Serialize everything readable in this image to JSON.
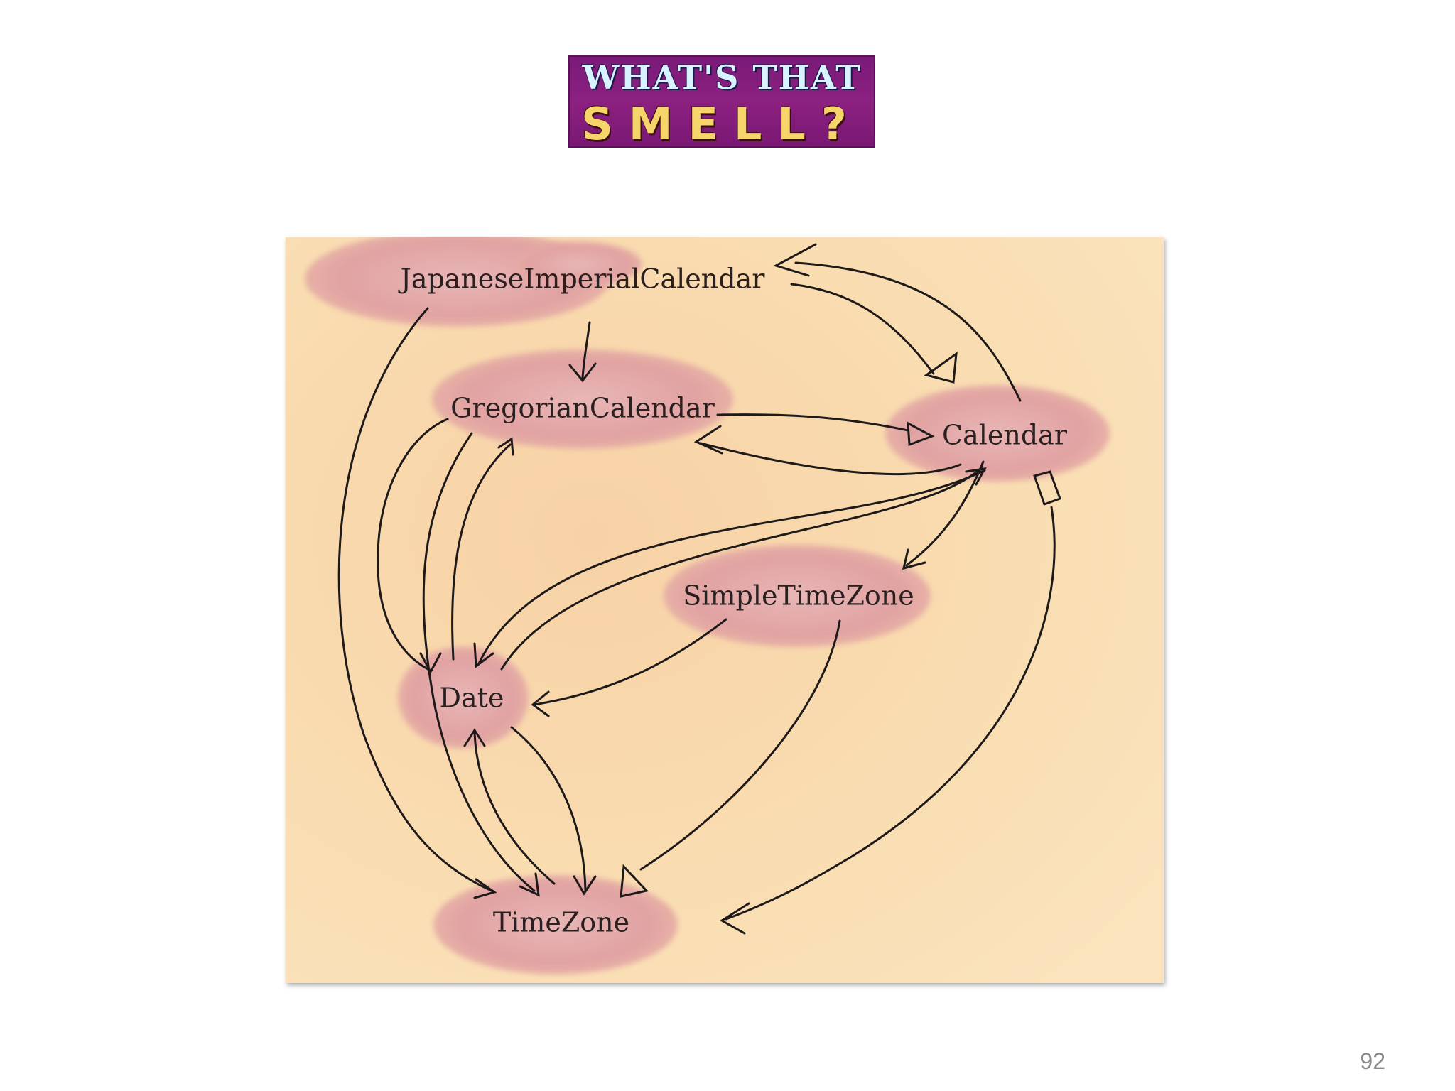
{
  "logo": {
    "line1": "WHAT'S THAT",
    "line2": "SMELL?"
  },
  "diagram": {
    "nodes": {
      "japanese": "JapaneseImperialCalendar",
      "gregorian": "GregorianCalendar",
      "calendar": "Calendar",
      "simple_tz": "SimpleTimeZone",
      "date": "Date",
      "timezone": "TimeZone"
    },
    "edges": [
      {
        "from": "JapaneseImperialCalendar",
        "to": "GregorianCalendar",
        "kind": "dependency"
      },
      {
        "from": "JapaneseImperialCalendar",
        "to": "Calendar",
        "kind": "inheritance"
      },
      {
        "from": "Calendar",
        "to": "JapaneseImperialCalendar",
        "kind": "dependency"
      },
      {
        "from": "GregorianCalendar",
        "to": "Calendar",
        "kind": "inheritance"
      },
      {
        "from": "Calendar",
        "to": "GregorianCalendar",
        "kind": "dependency"
      },
      {
        "from": "Calendar",
        "to": "SimpleTimeZone",
        "kind": "dependency"
      },
      {
        "from": "Calendar",
        "to": "Date",
        "kind": "dependency"
      },
      {
        "from": "Date",
        "to": "Calendar",
        "kind": "dependency"
      },
      {
        "from": "Calendar",
        "to": "TimeZone",
        "kind": "aggregation"
      },
      {
        "from": "GregorianCalendar",
        "to": "Date",
        "kind": "dependency"
      },
      {
        "from": "Date",
        "to": "GregorianCalendar",
        "kind": "dependency"
      },
      {
        "from": "GregorianCalendar",
        "to": "TimeZone",
        "kind": "dependency"
      },
      {
        "from": "JapaneseImperialCalendar",
        "to": "TimeZone",
        "kind": "dependency"
      },
      {
        "from": "SimpleTimeZone",
        "to": "Date",
        "kind": "dependency"
      },
      {
        "from": "SimpleTimeZone",
        "to": "TimeZone",
        "kind": "inheritance"
      },
      {
        "from": "Date",
        "to": "TimeZone",
        "kind": "dependency"
      },
      {
        "from": "TimeZone",
        "to": "Date",
        "kind": "dependency"
      }
    ]
  },
  "page_number": "92",
  "colors": {
    "logo_bg": "#8c2080",
    "logo_line1": "#d9f2ff",
    "logo_line2": "#f7d46a",
    "diagram_bg": "#f9dcae",
    "node_fill": "#e2a3a3",
    "edge": "#1e1a1a"
  }
}
